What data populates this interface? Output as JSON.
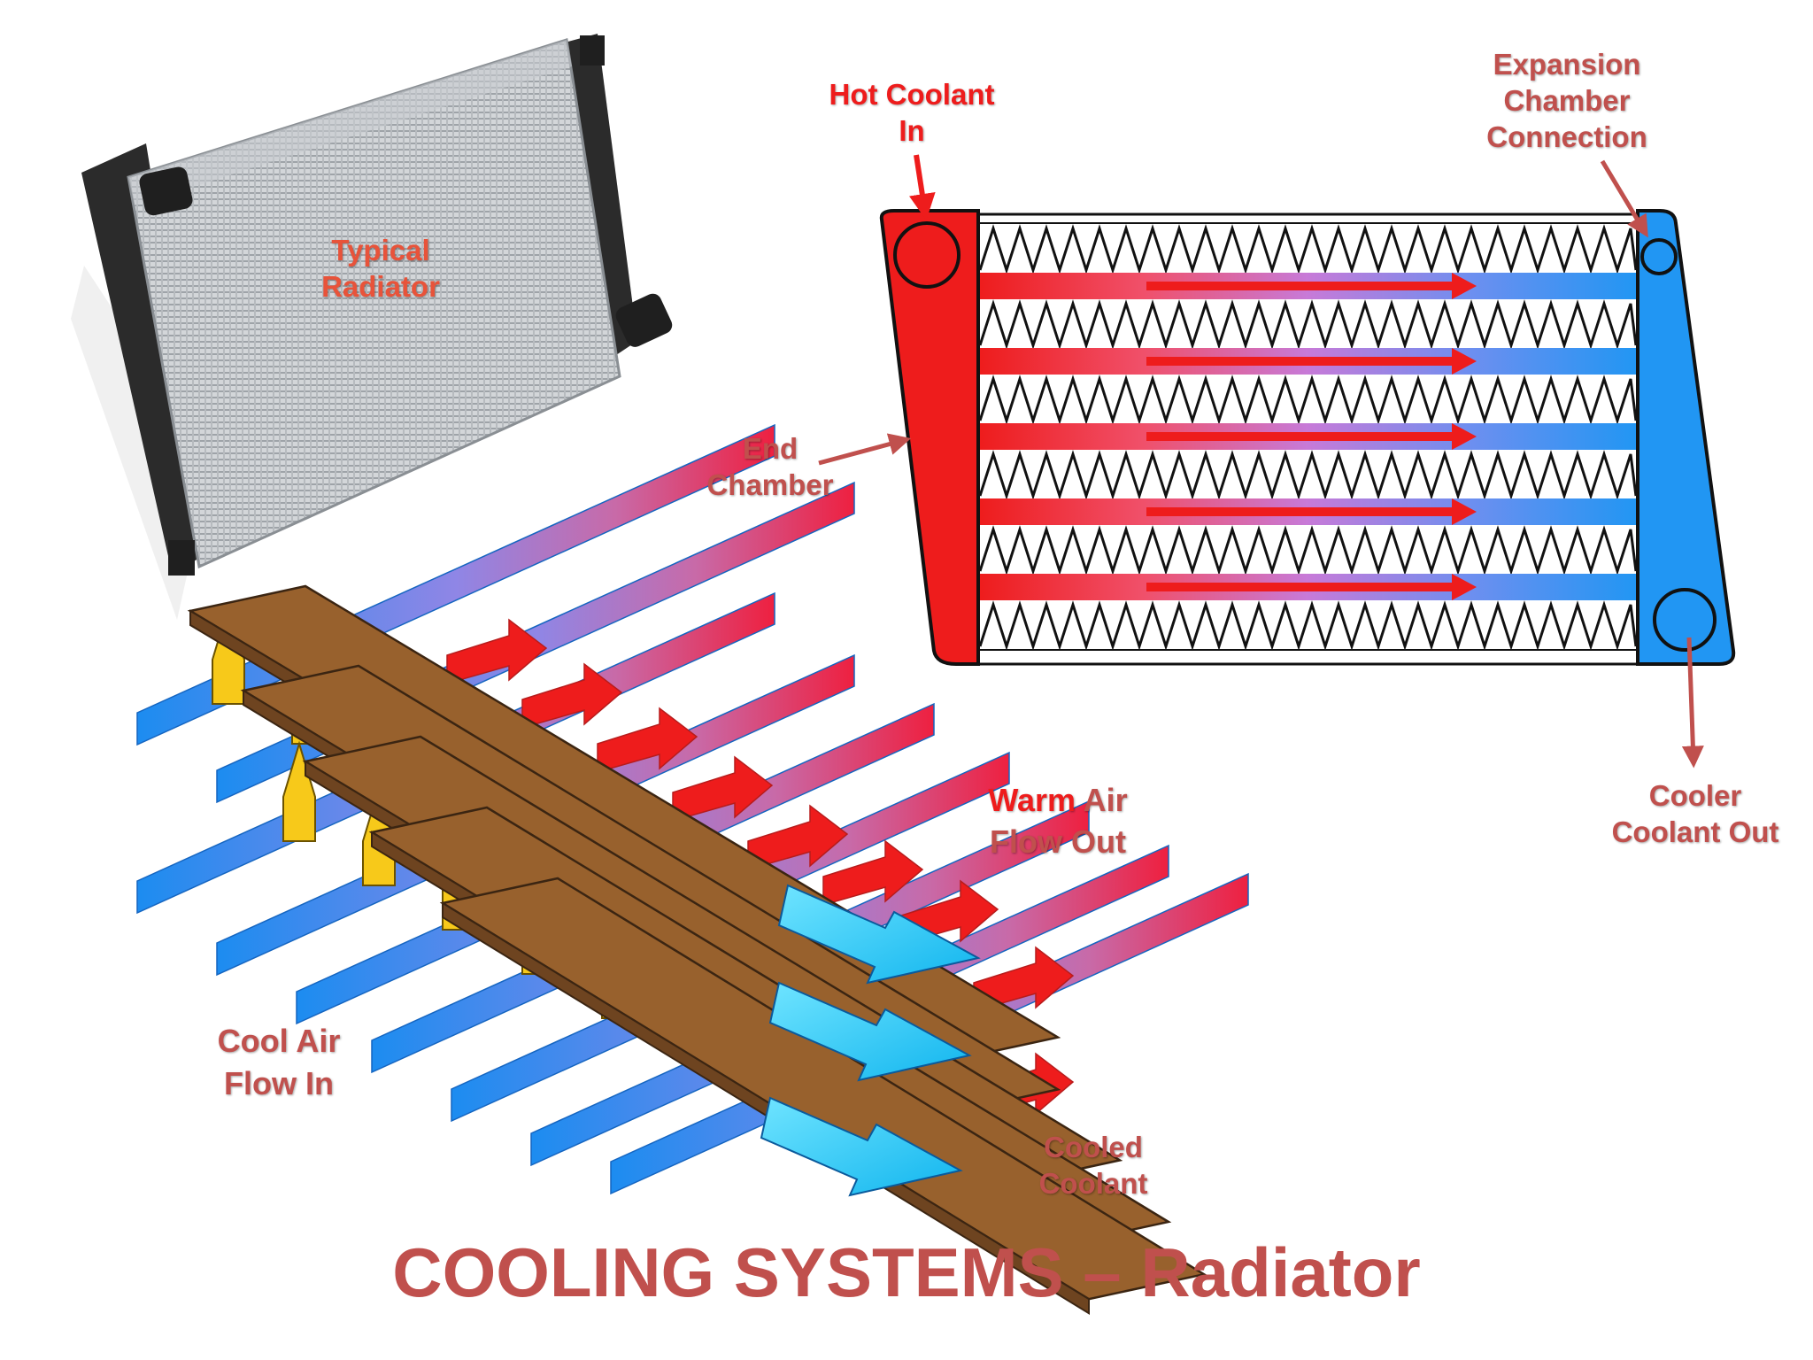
{
  "colors": {
    "hot": "#ee1c1c",
    "cold": "#2196f3",
    "label": "#c0504d",
    "tube": "#98612d",
    "fin": "#f7c91a"
  },
  "labels": {
    "typical_radiator": [
      "Typical",
      "Radiator"
    ],
    "hot_coolant_in": [
      "Hot Coolant",
      "In"
    ],
    "expansion_chamber": [
      "Expansion",
      "Chamber",
      "Connection"
    ],
    "end_chamber": [
      "End",
      "Chamber"
    ],
    "cooler_coolant_out": [
      "Cooler",
      "Coolant Out"
    ],
    "warm_air_flow_out": {
      "word1": "Warm",
      "word2": " Air",
      "line2": "Flow Out"
    },
    "cool_air_flow_in": [
      "Cool Air",
      "Flow In"
    ],
    "cooled_coolant": [
      "Cooled",
      "Coolant"
    ]
  },
  "title": "COOLING SYSTEMS – Radiator"
}
